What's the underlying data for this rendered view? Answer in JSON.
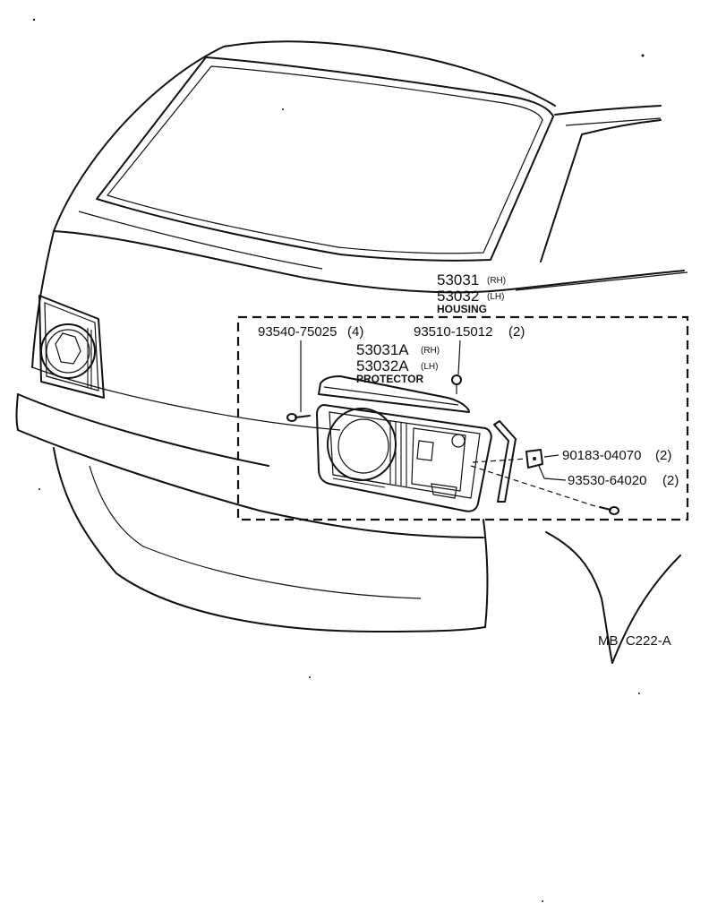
{
  "diagram": {
    "housing": {
      "part_rh": "53031",
      "tag_rh": "(RH)",
      "part_lh": "53032",
      "tag_lh": "(LH)",
      "name": "HOUSING"
    },
    "protector": {
      "part_rh": "53031A",
      "tag_rh": "(RH)",
      "part_lh": "53032A",
      "tag_lh": "(LH)",
      "name": "PROTECTOR"
    },
    "screw_left": {
      "part": "93540-75025",
      "qty": "(4)"
    },
    "bolt_top": {
      "part": "93510-15012",
      "qty": "(2)"
    },
    "nut": {
      "part": "90183-04070",
      "qty": "(2)"
    },
    "screw_right": {
      "part": "93530-64020",
      "qty": "(2)"
    },
    "drawing_code": "MB  C222-A"
  }
}
